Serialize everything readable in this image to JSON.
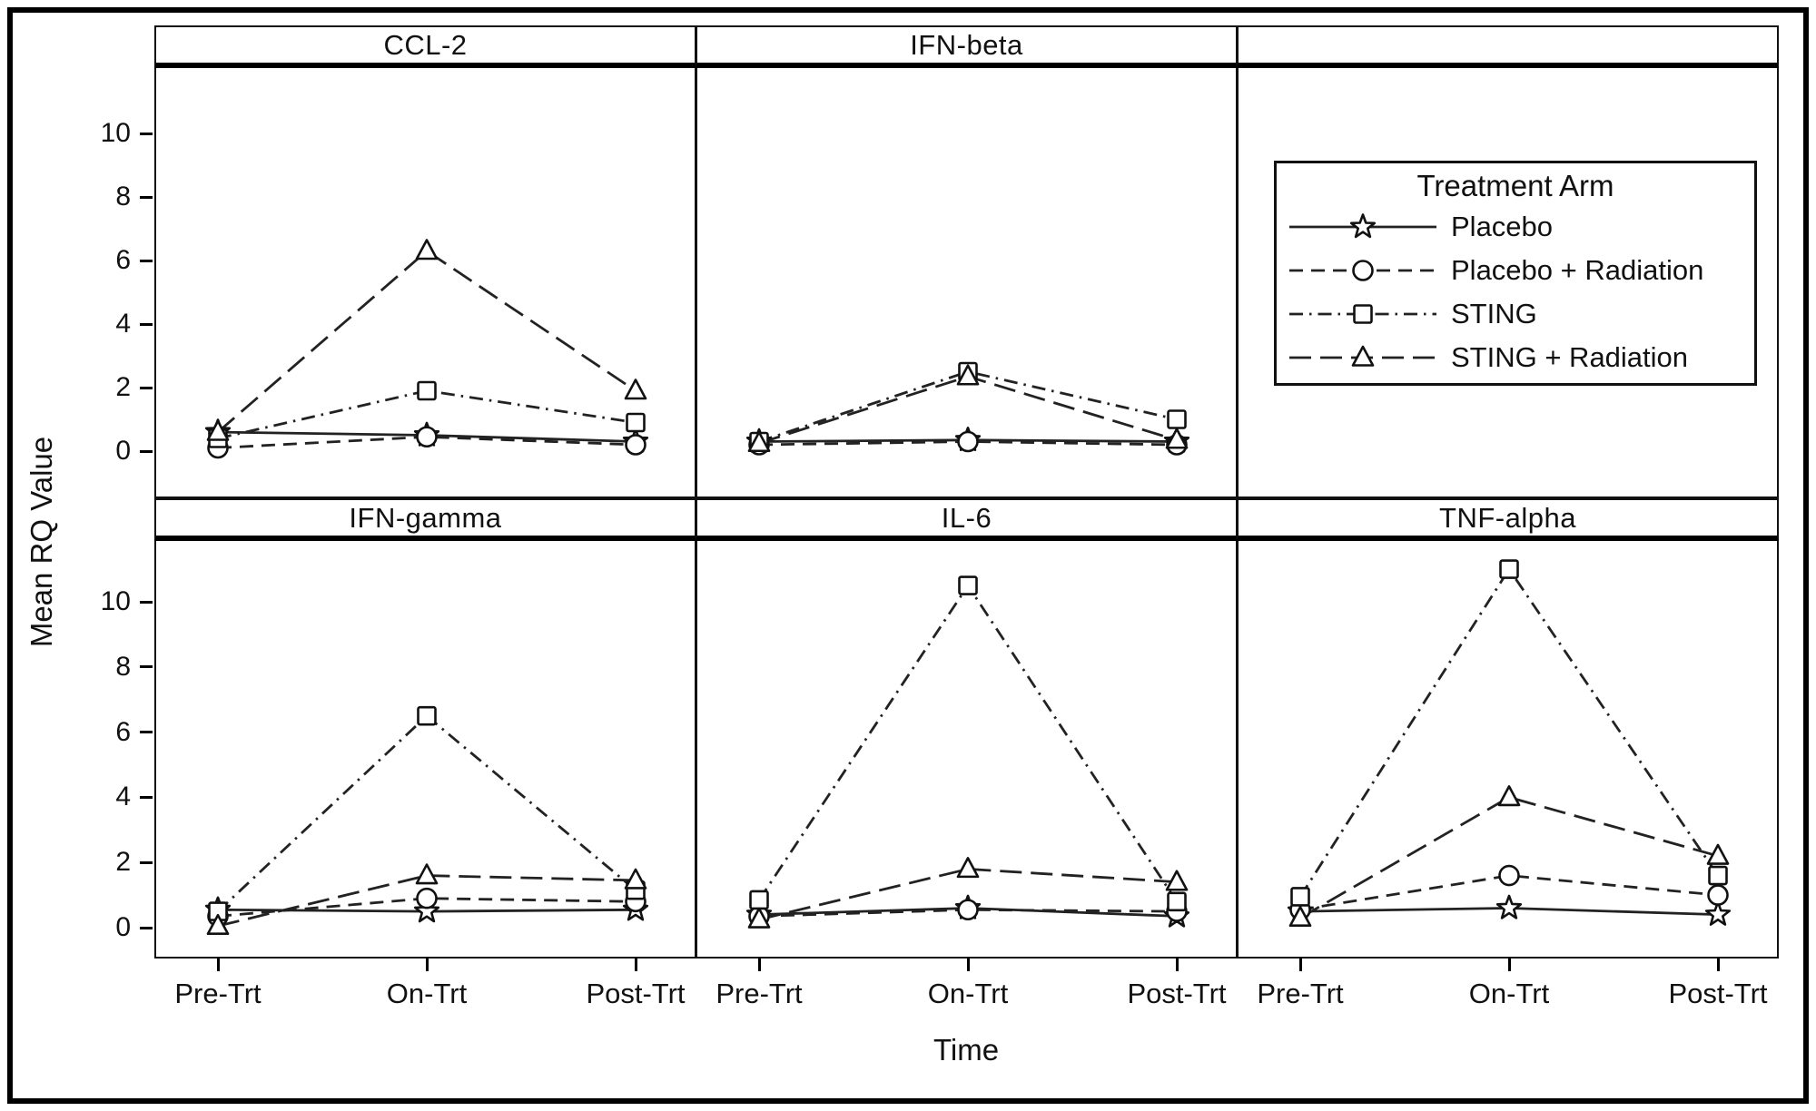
{
  "figure": {
    "background": "#ffffff",
    "border_color": "#000000",
    "ink_color": "#111111",
    "line_color": "#222222"
  },
  "axes": {
    "x_label": "Time",
    "y_label": "Mean RQ Value",
    "x_categories": [
      "Pre-Trt",
      "On-Trt",
      "Post-Trt"
    ],
    "y_ticks": [
      0,
      2,
      4,
      6,
      8,
      10
    ]
  },
  "legend": {
    "title": "Treatment Arm",
    "items": [
      {
        "label": "Placebo",
        "marker": "star",
        "linestyle": "solid"
      },
      {
        "label": "Placebo + Radiation",
        "marker": "circle",
        "linestyle": "dashed"
      },
      {
        "label": "STING",
        "marker": "square",
        "linestyle": "dash-dot"
      },
      {
        "label": "STING + Radiation",
        "marker": "triangle",
        "linestyle": "long-dash"
      }
    ]
  },
  "chart_data": {
    "type": "line",
    "faceted": true,
    "title": "",
    "xlabel": "Time",
    "ylabel": "Mean RQ Value",
    "categories": [
      "Pre-Trt",
      "On-Trt",
      "Post-Trt"
    ],
    "y_tick_values": [
      0,
      2,
      4,
      6,
      8,
      10
    ],
    "ylim_top_row": [
      -1.5,
      12.1
    ],
    "ylim_bottom_row": [
      -0.95,
      11.9
    ],
    "grid": "off",
    "legend_position": "top-right-panel",
    "series_styles": [
      {
        "name": "Placebo",
        "marker": "star",
        "linestyle": "solid"
      },
      {
        "name": "Placebo + Radiation",
        "marker": "circle",
        "linestyle": "dashed"
      },
      {
        "name": "STING",
        "marker": "square",
        "linestyle": "dash-dot"
      },
      {
        "name": "STING + Radiation",
        "marker": "triangle",
        "linestyle": "long-dash"
      }
    ],
    "panels": [
      {
        "title": "CCL-2",
        "series": [
          {
            "name": "Placebo",
            "values": [
              0.6,
              0.5,
              0.3
            ]
          },
          {
            "name": "Placebo + Radiation",
            "values": [
              0.1,
              0.45,
              0.2
            ]
          },
          {
            "name": "STING",
            "values": [
              0.4,
              1.9,
              0.9
            ]
          },
          {
            "name": "STING + Radiation",
            "values": [
              0.6,
              6.3,
              1.9
            ]
          }
        ]
      },
      {
        "title": "IFN-beta",
        "series": [
          {
            "name": "Placebo",
            "values": [
              0.3,
              0.35,
              0.3
            ]
          },
          {
            "name": "Placebo + Radiation",
            "values": [
              0.2,
              0.3,
              0.2
            ]
          },
          {
            "name": "STING",
            "values": [
              0.3,
              2.5,
              1.0
            ]
          },
          {
            "name": "STING + Radiation",
            "values": [
              0.25,
              2.35,
              0.35
            ]
          }
        ]
      },
      {
        "title": "IFN-gamma",
        "series": [
          {
            "name": "Placebo",
            "values": [
              0.55,
              0.5,
              0.55
            ]
          },
          {
            "name": "Placebo + Radiation",
            "values": [
              0.35,
              0.9,
              0.8
            ]
          },
          {
            "name": "STING",
            "values": [
              0.5,
              6.5,
              1.15
            ]
          },
          {
            "name": "STING + Radiation",
            "values": [
              0.05,
              1.6,
              1.45
            ]
          }
        ]
      },
      {
        "title": "IL-6",
        "series": [
          {
            "name": "Placebo",
            "values": [
              0.4,
              0.6,
              0.35
            ]
          },
          {
            "name": "Placebo + Radiation",
            "values": [
              0.35,
              0.55,
              0.5
            ]
          },
          {
            "name": "STING",
            "values": [
              0.85,
              10.5,
              0.8
            ]
          },
          {
            "name": "STING + Radiation",
            "values": [
              0.25,
              1.8,
              1.4
            ]
          }
        ]
      },
      {
        "title": "TNF-alpha",
        "series": [
          {
            "name": "Placebo",
            "values": [
              0.5,
              0.6,
              0.4
            ]
          },
          {
            "name": "Placebo + Radiation",
            "values": [
              0.55,
              1.6,
              1.0
            ]
          },
          {
            "name": "STING",
            "values": [
              0.95,
              11.0,
              1.6
            ]
          },
          {
            "name": "STING + Radiation",
            "values": [
              0.3,
              4.0,
              2.2
            ]
          }
        ]
      }
    ]
  }
}
